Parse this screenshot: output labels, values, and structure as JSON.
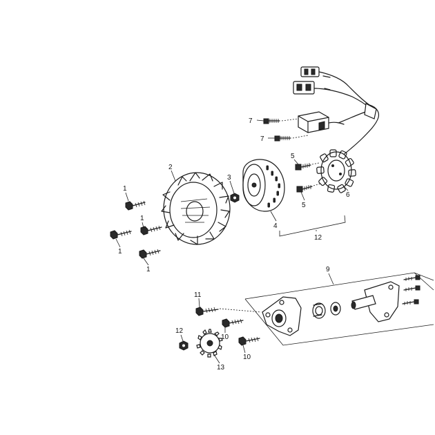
{
  "callouts": {
    "c1a": "1",
    "c1b": "1",
    "c1c": "1",
    "c1d": "1",
    "c2": "2",
    "c3": "3",
    "c4": "4",
    "c5a": "5",
    "c5b": "5",
    "c6": "6",
    "c7a": "7",
    "c7b": "7",
    "c9": "9",
    "c10a": "10",
    "c10b": "10",
    "c11": "11",
    "c12a": "12",
    "c12b": "12",
    "c13": "13"
  }
}
